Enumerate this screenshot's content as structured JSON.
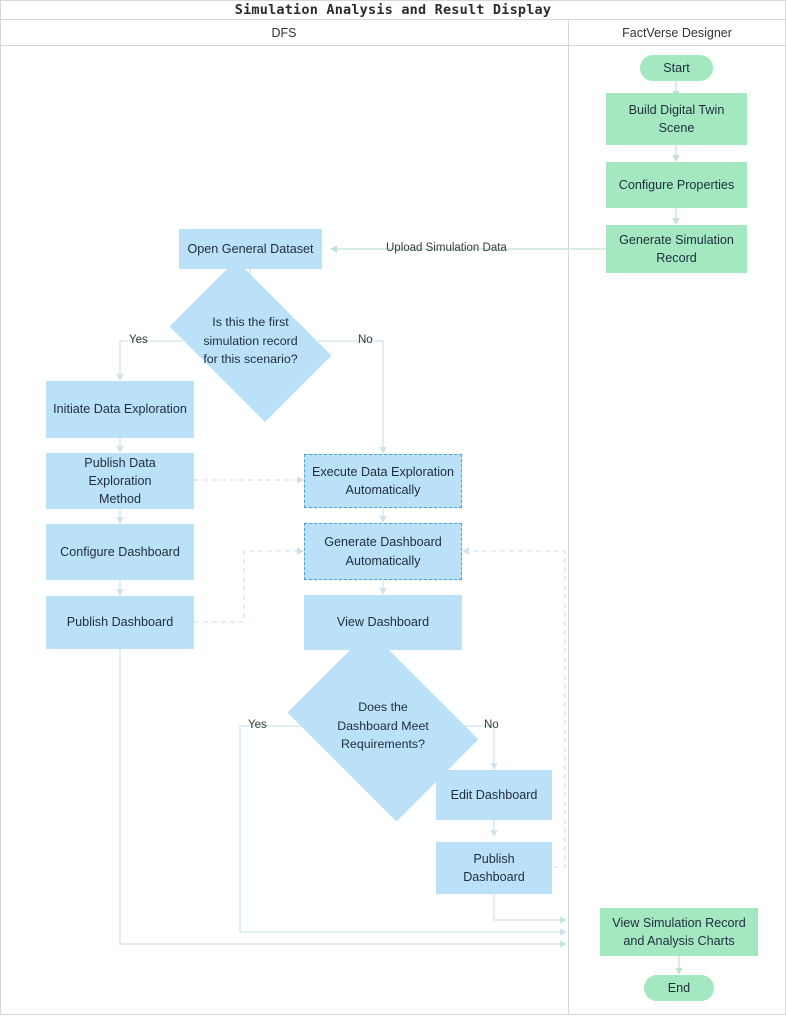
{
  "diagram": {
    "title": "Simulation Analysis and Result Display",
    "type": "flowchart",
    "lanes": [
      {
        "id": "dfs",
        "label": "DFS"
      },
      {
        "id": "factverse",
        "label": "FactVerse Designer"
      }
    ],
    "colors": {
      "node_blue": "#bbe1f8",
      "node_green": "#a3e8c0",
      "edge": "#cfe3ec",
      "edge_green": "#bfe3cf",
      "edge_dashed": "#cfdfe8",
      "text": "#1f2d3d",
      "lane_border": "#d8d8d8"
    },
    "nodes": [
      {
        "id": "start",
        "lane": "factverse",
        "shape": "pill",
        "style": "green",
        "label": "Start"
      },
      {
        "id": "build_scene",
        "lane": "factverse",
        "shape": "rect",
        "style": "green",
        "label": "Build Digital Twin Scene"
      },
      {
        "id": "config_props",
        "lane": "factverse",
        "shape": "rect",
        "style": "green",
        "label": "Configure Properties"
      },
      {
        "id": "gen_record",
        "lane": "factverse",
        "shape": "rect",
        "style": "green",
        "label": "Generate Simulation Record"
      },
      {
        "id": "open_dataset",
        "lane": "dfs",
        "shape": "rect",
        "style": "blue",
        "label": "Open General Dataset"
      },
      {
        "id": "decision1",
        "lane": "dfs",
        "shape": "diamond",
        "style": "blue",
        "label": "Is this the first simulation record for this scenario?"
      },
      {
        "id": "initiate_de",
        "lane": "dfs",
        "shape": "rect",
        "style": "blue",
        "label": "Initiate Data Exploration"
      },
      {
        "id": "publish_de",
        "lane": "dfs",
        "shape": "rect",
        "style": "blue",
        "label": "Publish Data Exploration Method"
      },
      {
        "id": "config_dash",
        "lane": "dfs",
        "shape": "rect",
        "style": "blue",
        "label": "Configure Dashboard"
      },
      {
        "id": "publish_dash",
        "lane": "dfs",
        "shape": "rect",
        "style": "blue",
        "label": "Publish Dashboard"
      },
      {
        "id": "exec_de_auto",
        "lane": "dfs",
        "shape": "rect",
        "style": "blue-dashed",
        "label": "Execute Data Exploration Automatically"
      },
      {
        "id": "gen_dash_auto",
        "lane": "dfs",
        "shape": "rect",
        "style": "blue-dashed",
        "label": "Generate Dashboard Automatically"
      },
      {
        "id": "view_dash",
        "lane": "dfs",
        "shape": "rect",
        "style": "blue",
        "label": "View Dashboard"
      },
      {
        "id": "decision2",
        "lane": "dfs",
        "shape": "diamond",
        "style": "blue",
        "label": "Does the Dashboard Meet Requirements?"
      },
      {
        "id": "edit_dash",
        "lane": "dfs",
        "shape": "rect",
        "style": "blue",
        "label": "Edit Dashboard"
      },
      {
        "id": "publish_dash2",
        "lane": "dfs",
        "shape": "rect",
        "style": "blue",
        "label": "Publish Dashboard"
      },
      {
        "id": "view_record",
        "lane": "factverse",
        "shape": "rect",
        "style": "green",
        "label": "View Simulation Record and Analysis Charts"
      },
      {
        "id": "end",
        "lane": "factverse",
        "shape": "pill",
        "style": "green",
        "label": "End"
      }
    ],
    "node_lines": {
      "start": [
        "Start"
      ],
      "build_scene": [
        "Build Digital Twin",
        "Scene"
      ],
      "config_props": [
        "Configure Properties"
      ],
      "gen_record": [
        "Generate Simulation",
        "Record"
      ],
      "open_dataset": [
        "Open General Dataset"
      ],
      "decision1": [
        "Is this the first",
        "simulation record",
        "for this scenario?"
      ],
      "initiate_de": [
        "Initiate Data Exploration"
      ],
      "publish_de": [
        "Publish Data Exploration",
        "Method"
      ],
      "config_dash": [
        "Configure Dashboard"
      ],
      "publish_dash": [
        "Publish Dashboard"
      ],
      "exec_de_auto": [
        "Execute Data Exploration",
        "Automatically"
      ],
      "gen_dash_auto": [
        "Generate Dashboard",
        "Automatically"
      ],
      "view_dash": [
        "View Dashboard"
      ],
      "decision2": [
        "Does the",
        "Dashboard Meet",
        "Requirements?"
      ],
      "edit_dash": [
        "Edit Dashboard"
      ],
      "publish_dash2": [
        "Publish Dashboard"
      ],
      "view_record": [
        "View Simulation Record",
        "and Analysis Charts"
      ],
      "end": [
        "End"
      ]
    },
    "edge_labels": {
      "upload": "Upload Simulation Data",
      "d1_yes": "Yes",
      "d1_no": "No",
      "d2_yes": "Yes",
      "d2_no": "No"
    },
    "edges": [
      {
        "from": "start",
        "to": "build_scene",
        "label": ""
      },
      {
        "from": "build_scene",
        "to": "config_props",
        "label": ""
      },
      {
        "from": "config_props",
        "to": "gen_record",
        "label": ""
      },
      {
        "from": "gen_record",
        "to": "open_dataset",
        "label": "Upload Simulation Data"
      },
      {
        "from": "open_dataset",
        "to": "decision1",
        "label": ""
      },
      {
        "from": "decision1",
        "to": "initiate_de",
        "label": "Yes"
      },
      {
        "from": "decision1",
        "to": "exec_de_auto",
        "label": "No"
      },
      {
        "from": "initiate_de",
        "to": "publish_de",
        "label": ""
      },
      {
        "from": "publish_de",
        "to": "config_dash",
        "label": ""
      },
      {
        "from": "config_dash",
        "to": "publish_dash",
        "label": ""
      },
      {
        "from": "publish_de",
        "to": "exec_de_auto",
        "label": "",
        "style": "dashed"
      },
      {
        "from": "publish_dash",
        "to": "gen_dash_auto",
        "label": "",
        "style": "dashed"
      },
      {
        "from": "exec_de_auto",
        "to": "gen_dash_auto",
        "label": ""
      },
      {
        "from": "gen_dash_auto",
        "to": "view_dash",
        "label": ""
      },
      {
        "from": "view_dash",
        "to": "decision2",
        "label": ""
      },
      {
        "from": "decision2",
        "to": "view_record",
        "label": "Yes"
      },
      {
        "from": "decision2",
        "to": "edit_dash",
        "label": "No"
      },
      {
        "from": "edit_dash",
        "to": "publish_dash2",
        "label": ""
      },
      {
        "from": "publish_dash2",
        "to": "view_record",
        "label": ""
      },
      {
        "from": "publish_dash2",
        "to": "gen_dash_auto",
        "label": "",
        "style": "dashed"
      },
      {
        "from": "publish_dash",
        "to": "view_record",
        "label": ""
      },
      {
        "from": "view_record",
        "to": "end",
        "label": ""
      }
    ]
  }
}
